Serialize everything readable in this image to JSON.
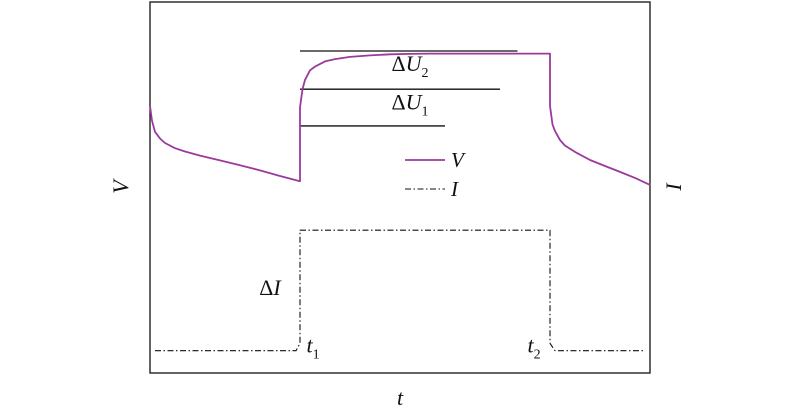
{
  "chart_data": {
    "type": "line",
    "title": "",
    "xlabel": "t",
    "ylabel_left": "V",
    "ylabel_right": "I",
    "xlim": [
      0,
      100
    ],
    "ylim": [
      0,
      100
    ],
    "grid": false,
    "legend_position": "center",
    "series": [
      {
        "name": "V",
        "color": "#9b3a9b",
        "style": "solid",
        "x": [
          0,
          0.4,
          1,
          2,
          3,
          5,
          7,
          10,
          14,
          18,
          22,
          26,
          30,
          30,
          30.5,
          31,
          32,
          33,
          35,
          37,
          40,
          44,
          48,
          52,
          56,
          60,
          64,
          68,
          72,
          76,
          80,
          80,
          80.5,
          81,
          82,
          83,
          85,
          88,
          91,
          94,
          97,
          100
        ],
        "y": [
          72,
          68,
          65,
          63.2,
          62,
          60.6,
          59.7,
          58.6,
          57.3,
          56,
          54.6,
          53.1,
          51.7,
          71.6,
          76.5,
          79,
          81.6,
          82.6,
          84,
          84.6,
          85.2,
          85.6,
          85.9,
          86,
          86.1,
          86.1,
          86.1,
          86.1,
          86.1,
          86.1,
          86.1,
          72,
          67,
          65.2,
          62.8,
          61.3,
          59.6,
          57.4,
          55.8,
          54.2,
          52.6,
          50.7
        ]
      },
      {
        "name": "I",
        "color": "#111111",
        "style": "dash-dot",
        "x": [
          1,
          29.2,
          30,
          30,
          80,
          80,
          81,
          99
        ],
        "y": [
          6,
          6,
          8,
          38.5,
          38.5,
          8,
          6,
          6
        ]
      }
    ],
    "reference_lines": [
      {
        "x": [
          30,
          73.5
        ],
        "y": [
          86.8,
          86.8
        ]
      },
      {
        "x": [
          30,
          70
        ],
        "y": [
          76.5,
          76.5
        ]
      },
      {
        "x": [
          30,
          59
        ],
        "y": [
          66.6,
          66.6
        ]
      }
    ],
    "annotations": [
      {
        "text": "ΔU",
        "sub": "2",
        "x": 52,
        "y": 81.4
      },
      {
        "text": "ΔU",
        "sub": "1",
        "x": 52,
        "y": 71
      },
      {
        "text": "ΔI",
        "sub": "",
        "x": 24,
        "y": 21
      },
      {
        "text": "t",
        "sub": "1",
        "x": 32.6,
        "y": 5.5
      },
      {
        "text": "t",
        "sub": "2",
        "x": 76.8,
        "y": 5.5
      }
    ]
  }
}
